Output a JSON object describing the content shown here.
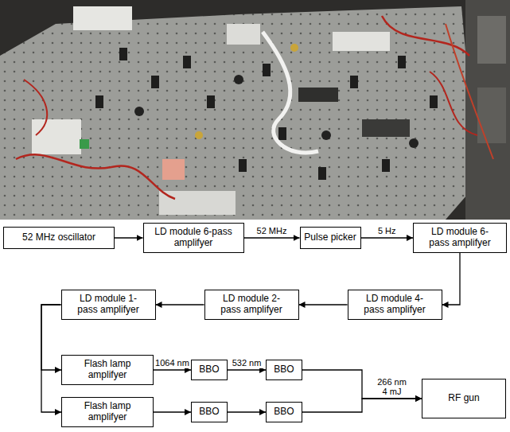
{
  "diagram": {
    "nodes": [
      {
        "text": [
          "52 MHz oscillator"
        ]
      },
      {
        "text": [
          "LD module 6-pass amplifyer"
        ]
      },
      {
        "text": [
          "Pulse picker"
        ]
      },
      {
        "text": [
          "LD module 6-pass amplifyer"
        ]
      },
      {
        "text": [
          "LD module 4-pass amplifyer"
        ]
      },
      {
        "text": [
          "LD module 2-pass amplifyer"
        ]
      },
      {
        "text": [
          "LD module 1-pass amplifyer"
        ]
      },
      {
        "text": [
          "Flash lamp amplifyer"
        ]
      },
      {
        "text": [
          "BBO"
        ]
      },
      {
        "text": [
          "BBO"
        ]
      },
      {
        "text": [
          "RF gun"
        ]
      },
      {
        "text": [
          "Flash lamp amplifyer"
        ]
      },
      {
        "text": [
          "BBO"
        ]
      },
      {
        "text": [
          "BBO"
        ]
      }
    ],
    "edges": [
      {
        "from": 0,
        "to": 1,
        "arrow": "to"
      },
      {
        "from": 1,
        "to": 2,
        "label": "52 MHz",
        "arrow": "to"
      },
      {
        "from": 2,
        "to": 3,
        "label": "5 Hz",
        "arrow": "to"
      },
      {
        "from": 3,
        "to": 4,
        "arrow": "to"
      },
      {
        "from": 4,
        "to": 5,
        "arrow": "to"
      },
      {
        "from": 5,
        "to": 6,
        "arrow": "to"
      },
      {
        "from": 6,
        "to": 7,
        "arrow": "to"
      },
      {
        "from": 6,
        "to": 11,
        "arrow": "to"
      },
      {
        "from": 7,
        "to": 8,
        "label": "1064 nm",
        "arrow": "to"
      },
      {
        "from": 8,
        "to": 9,
        "label": "532 nm",
        "arrow": "to"
      },
      {
        "from": 9,
        "to": 10,
        "label": "266 nm 4 mJ",
        "arrow": "to"
      },
      {
        "from": 11,
        "to": 12,
        "arrow": "to"
      },
      {
        "from": 12,
        "to": 13,
        "arrow": "to"
      },
      {
        "from": 13,
        "to": 10,
        "arrow": "to"
      }
    ]
  }
}
